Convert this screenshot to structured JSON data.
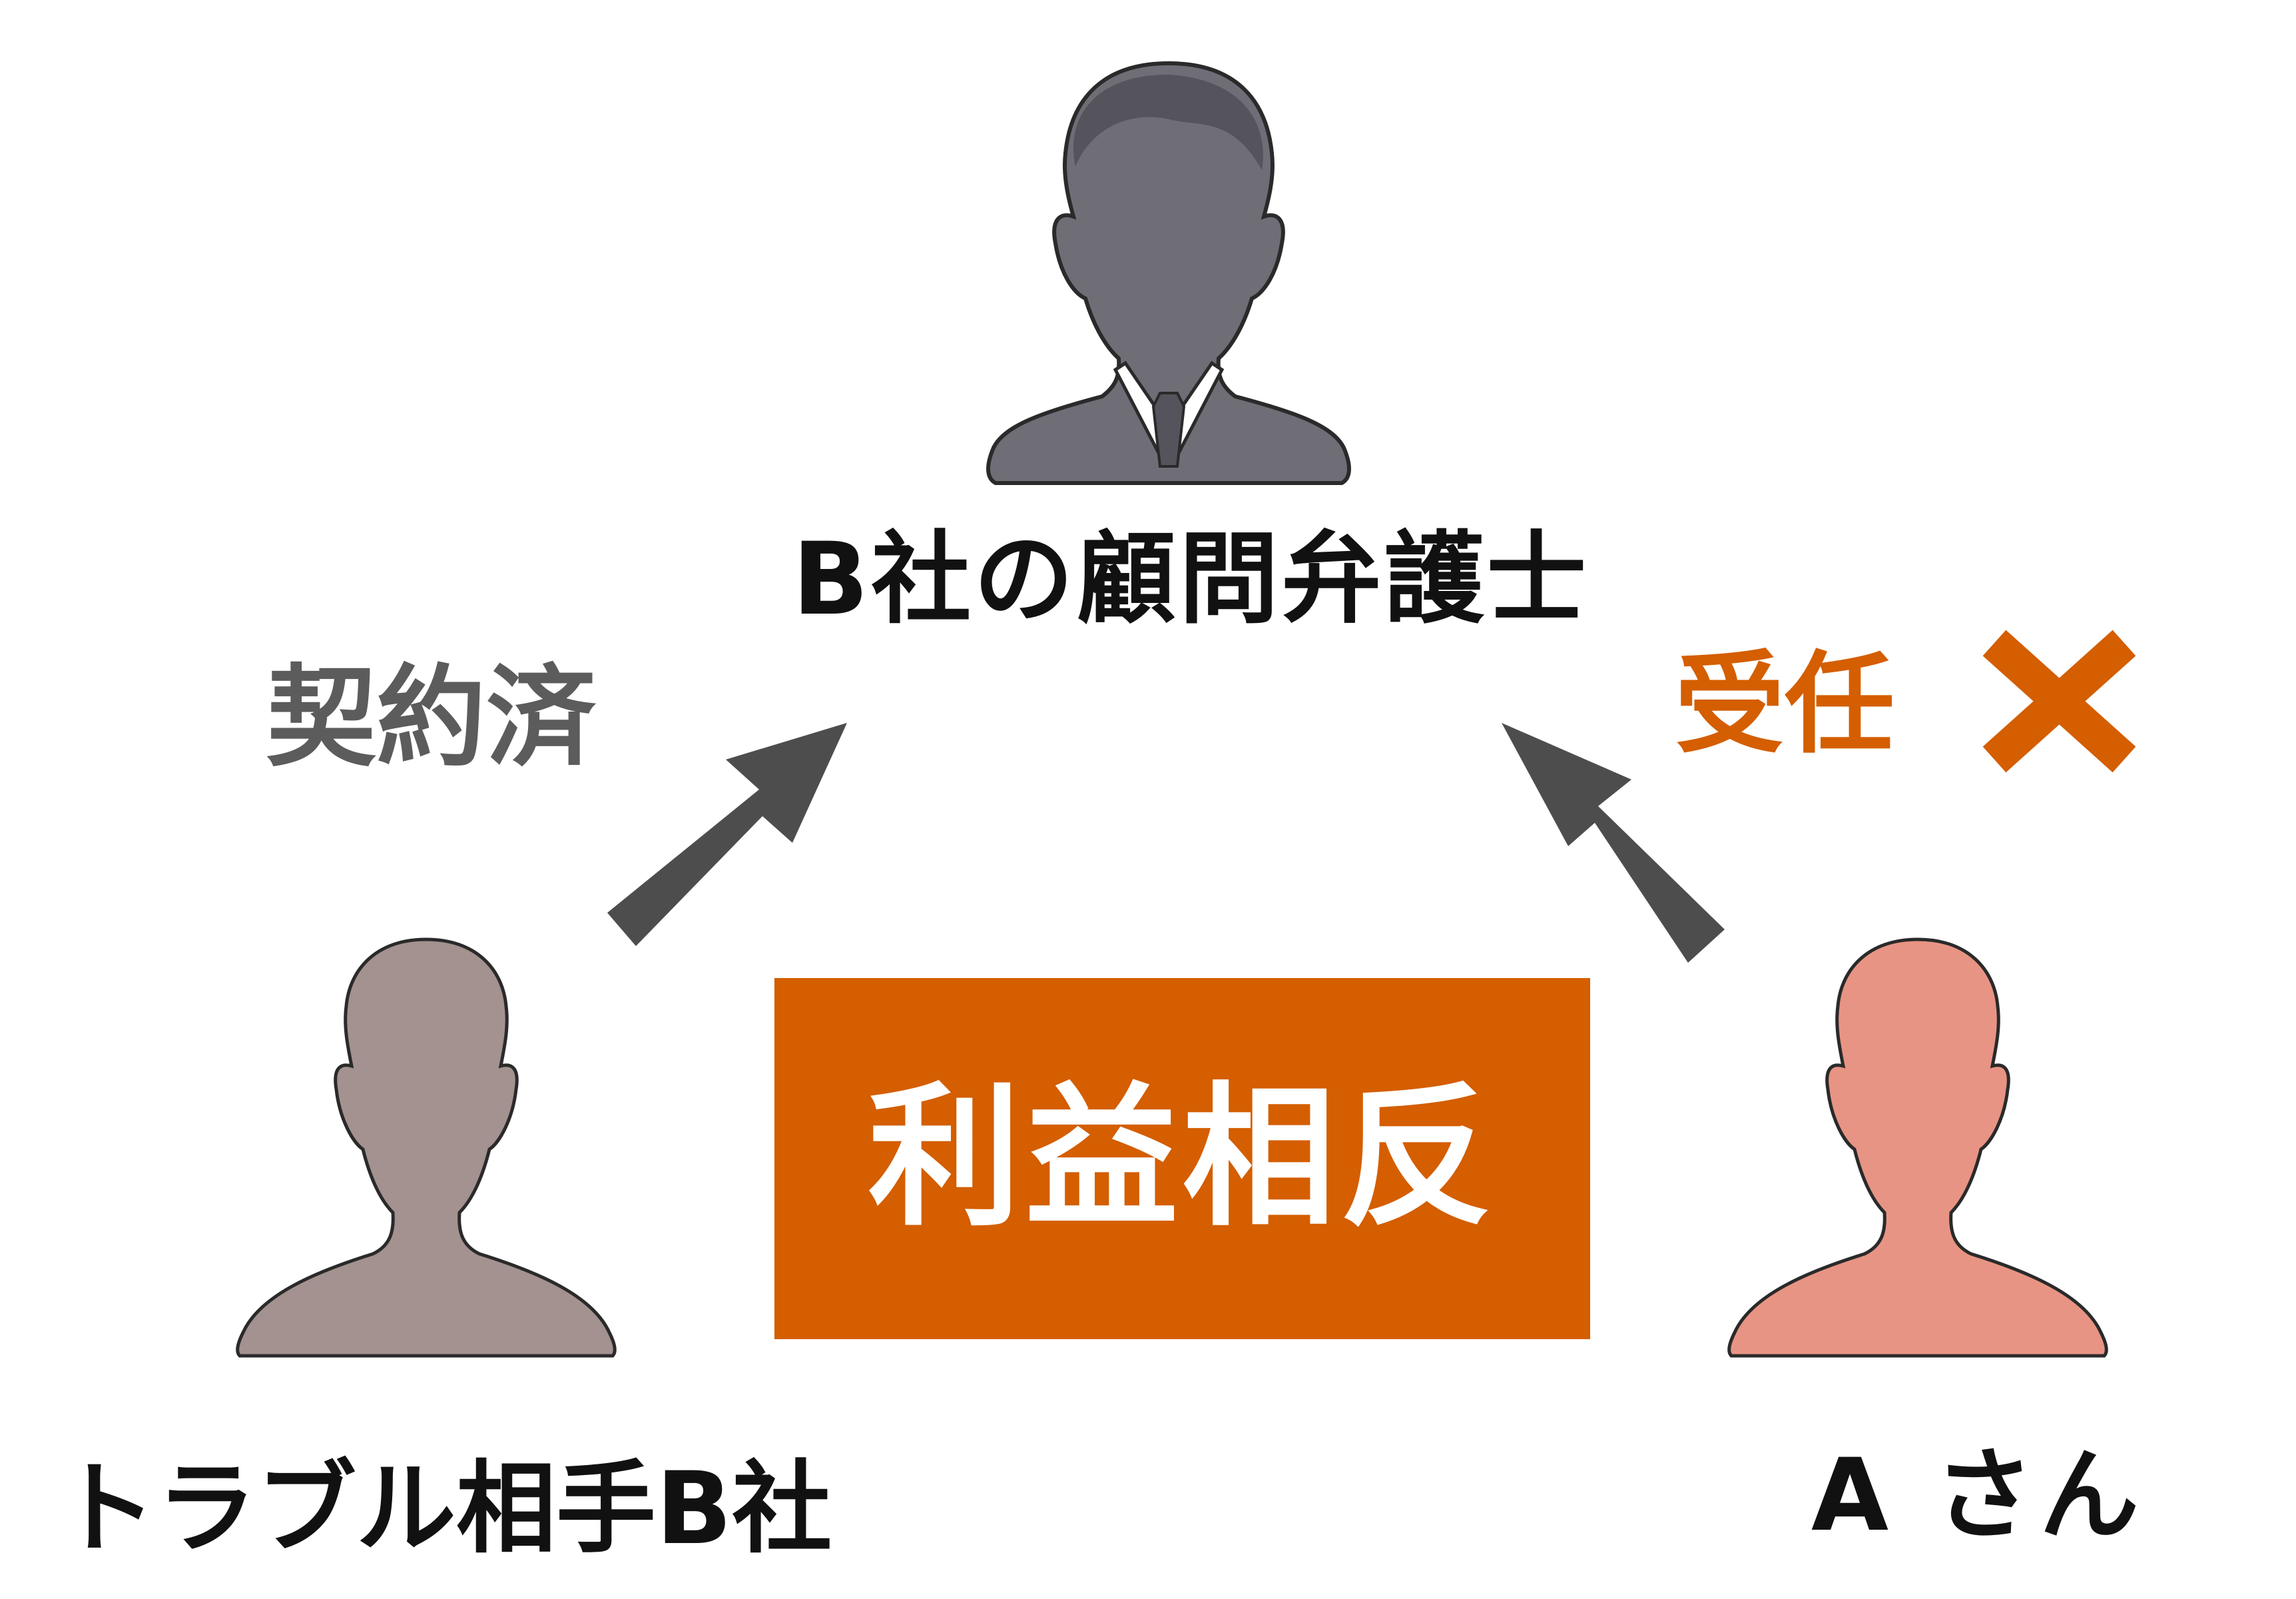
{
  "nodes": {
    "lawyer": {
      "label": "B社の顧問弁護士"
    },
    "company_b": {
      "label": "トラブル相手B社"
    },
    "person_a": {
      "label": "A さん"
    }
  },
  "edges": {
    "company_b_to_lawyer": {
      "label": "契約済",
      "status": "contracted"
    },
    "person_a_to_lawyer": {
      "label": "受任",
      "status": "refused"
    }
  },
  "center": {
    "label": "利益相反"
  },
  "colors": {
    "lawyer_figure": "#6f6e77",
    "company_b_figure": "#a3928f",
    "person_a_figure": "#e89484",
    "arrow": "#4d4d4d",
    "accent_orange": "#d45e00",
    "contracted_text": "#5c5c5c"
  },
  "icons": {
    "lawyer": "businessman-icon",
    "company_b": "person-silhouette-icon",
    "person_a": "person-silhouette-icon",
    "refused": "cross-mark-icon"
  }
}
